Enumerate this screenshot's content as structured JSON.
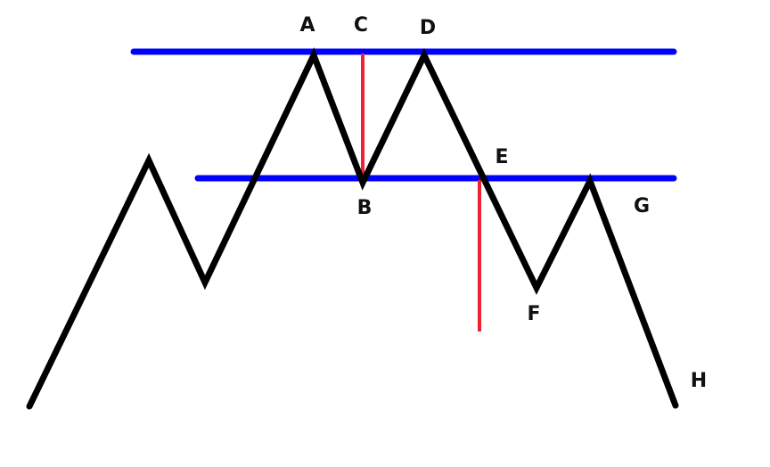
{
  "colors": {
    "background": "#ffffff",
    "price_line": "#000000",
    "level_lines": "#0000ff",
    "measure_lines": "#ee2233",
    "label_text": "#111111"
  },
  "labels": {
    "A": "A",
    "B": "B",
    "C": "C",
    "D": "D",
    "E": "E",
    "F": "F",
    "G": "G",
    "H": "H"
  }
}
